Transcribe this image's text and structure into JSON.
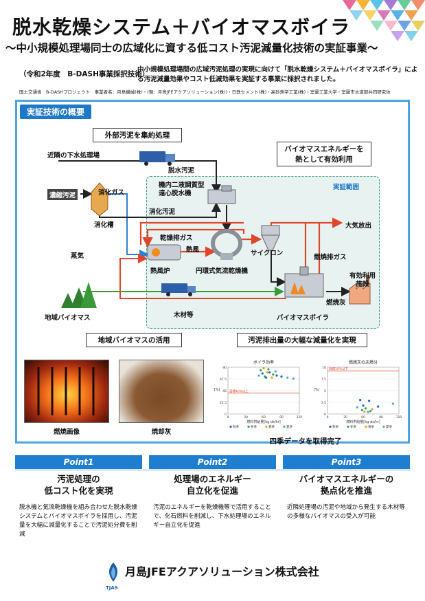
{
  "header": {
    "title": "脱水乾燥システム＋バイオマスボイラ",
    "subtitle": "〜中小規模処理場同士の広域化に資する低コスト汚泥減量化技術の実証事業〜",
    "award": "（令和2年度　B-DASH事業採択技術）",
    "description": "中小規模処理場間の広域汚泥処理の実現に向けて「脱水乾燥システム＋バイオマスボイラ」による汚泥減量効果やコスト低減効果を実証する事業に採択されました。",
    "credits": "国土交通省　B-DASHプロジェクト　事業者名：月島機械(株)・(現：月島JFEアクアソリューション(株))・日鉄セメント(株)・高砂熱学工業(株)・室蘭工業大学・室蘭市水道部共同研究体"
  },
  "panel": {
    "title": "実証技術の概要",
    "scope_label": "実証範囲",
    "callouts": {
      "collect": "外部汚泥を集約処理",
      "biomass_energy_line1": "バイオマスエネルギーを",
      "biomass_energy_line2": "熱として有効利用",
      "local_biomass": "地域バイオマスの活用",
      "reduction": "汚泥排出量の大幅な減量化を実現"
    },
    "labels": {
      "neighbor_plant": "近隣の下水処理場",
      "dewatered_sludge": "脱水汚泥",
      "concentrated_sludge": "濃縮汚泥",
      "digestion_gas": "消化ガス",
      "digestion_tank": "消化槽",
      "digested_sludge": "消化汚泥",
      "dewatering_machine_line1": "機内二液調質型",
      "dewatering_machine_line2": "遠心脱水機",
      "drying_exhaust": "乾燥排ガス",
      "hot_air": "熱風",
      "steam": "蒸気",
      "hot_air_furnace": "熱風炉",
      "dryer": "円環式気流乾燥機",
      "cyclone": "サイクロン",
      "atmosphere": "大気放出",
      "combustion_exhaust": "燃焼排ガス",
      "effective_use_line1": "有効利用",
      "effective_use_line2": "施設",
      "ash": "燃焼灰",
      "boiler": "バイオマスボイラ",
      "regional_biomass": "地域バイオマス",
      "wood": "木材等"
    },
    "photos": {
      "combustion": "燃焼画像",
      "ash": "焼却灰"
    },
    "charts_caption": "四季データを取得完了"
  },
  "chart_data": [
    {
      "type": "scatter",
      "title": "ボイラ効率",
      "xlabel": "燃料供給量[kg-ds/hr]",
      "ylabel": "[%]",
      "xlim": [
        0,
        120
      ],
      "ylim": [
        0,
        90
      ],
      "x_ticks": [
        "0",
        "30",
        "60",
        "90",
        "120"
      ],
      "y_ticks": [
        "0",
        "22.5",
        "45",
        "67.5",
        "90"
      ],
      "annotation": "目標40%以上",
      "threshold": 40,
      "series": [
        {
          "name": "秋季",
          "color": "#1f5fbf",
          "points": [
            [
              58,
              78
            ],
            [
              64,
              70
            ],
            [
              70,
              80
            ],
            [
              82,
              74
            ],
            [
              90,
              72
            ]
          ]
        },
        {
          "name": "冬季",
          "color": "#2fa34a",
          "points": [
            [
              55,
              84
            ],
            [
              62,
              72
            ],
            [
              68,
              86
            ],
            [
              76,
              76
            ]
          ]
        },
        {
          "name": "春季",
          "color": "#e0a020",
          "points": [
            [
              60,
              88
            ],
            [
              66,
              80
            ],
            [
              74,
              70
            ]
          ]
        },
        {
          "name": "夏季",
          "color": "#4aa3df",
          "points": [
            [
              52,
              74
            ],
            [
              80,
              82
            ],
            [
              100,
              70
            ],
            [
              110,
              68
            ]
          ]
        }
      ]
    },
    {
      "type": "scatter",
      "title": "燃焼灰の未燃分",
      "xlabel": "燃料供給量[kg-ds/hr]",
      "ylabel": "[%]",
      "xlim": [
        0,
        120
      ],
      "ylim": [
        0,
        10
      ],
      "x_ticks": [
        "0",
        "30",
        "60",
        "90",
        "120"
      ],
      "y_ticks": [
        "0",
        "2.5",
        "5",
        "7.5",
        "10"
      ],
      "annotation": "目標10%以下",
      "threshold": 9.2,
      "series": [
        {
          "name": "秋季",
          "color": "#1f5fbf",
          "points": [
            [
              55,
              3.0
            ],
            [
              60,
              1.8
            ],
            [
              70,
              2.8
            ],
            [
              85,
              1.6
            ]
          ]
        },
        {
          "name": "冬季",
          "color": "#2fa34a",
          "points": [
            [
              58,
              0.8
            ],
            [
              64,
              1.2
            ],
            [
              72,
              0.6
            ]
          ]
        },
        {
          "name": "春季",
          "color": "#e0a020",
          "points": [
            [
              62,
              0.5
            ],
            [
              75,
              1.0
            ]
          ]
        },
        {
          "name": "夏季",
          "color": "#4aa3df",
          "points": [
            [
              50,
              1.4
            ],
            [
              68,
              0.4
            ],
            [
              110,
              2.2
            ]
          ]
        }
      ]
    }
  ],
  "points": [
    {
      "head": "Point1",
      "title_line1": "汚泥処理の",
      "title_line2": "低コスト化を実現",
      "body": "脱水機と気流乾燥機を組み合わせた脱水乾燥システムとバイオマスボイラを採用し、汚泥量を大幅に減量化することで汚泥処分費を削減"
    },
    {
      "head": "Point2",
      "title_line1": "処理場のエネルギー",
      "title_line2": "自立化を促進",
      "body": "汚泥のエネルギーを乾燥機等で活用することで、化石燃料を削減し、下水処理場のエネルギー自立化を促進"
    },
    {
      "head": "Point3",
      "title_line1": "バイオマスエネルギーの",
      "title_line2": "拠点化を推進",
      "body": "近隣処理場の汚泥や地域から発生する木材等の多様なバイオマスの受入が可能"
    }
  ],
  "footer": {
    "company": "月島JFEアクアソリューション株式会社",
    "abbr": "TJAS"
  },
  "colors": {
    "accent": "#1e78c8",
    "panel_border": "#4aa3df",
    "flow_red": "#e0462a",
    "flow_blue": "#2f7fd0",
    "flow_green": "#3a9a3a"
  }
}
